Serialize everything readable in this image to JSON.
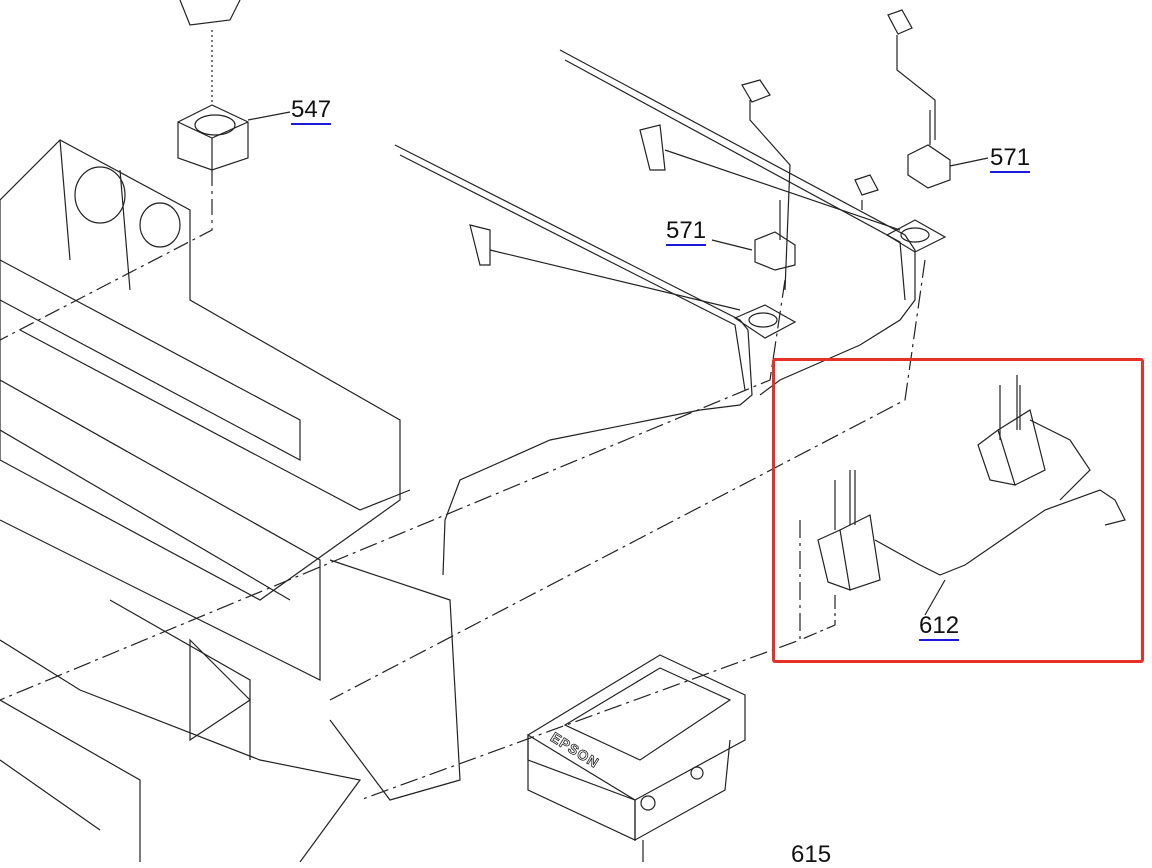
{
  "diagram": {
    "callouts": [
      {
        "id": "547",
        "label": "547",
        "linked": true
      },
      {
        "id": "571a",
        "label": "571",
        "linked": true
      },
      {
        "id": "571b",
        "label": "571",
        "linked": true
      },
      {
        "id": "612",
        "label": "612",
        "linked": true
      },
      {
        "id": "615",
        "label": "615",
        "linked": false
      }
    ],
    "brand_text": "EPSON",
    "highlight_color": "#e8302a",
    "link_underline_color": "#1a1ad8"
  }
}
